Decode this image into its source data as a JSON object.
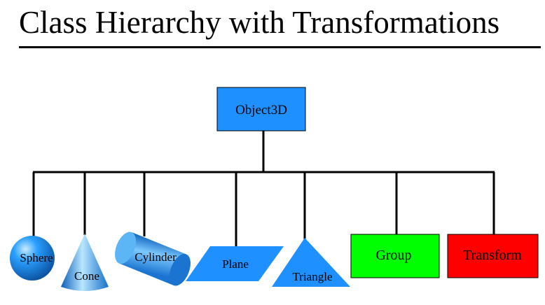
{
  "title": "Class Hierarchy with Transformations",
  "root": {
    "label": "Object3D",
    "color": "#1e90ff"
  },
  "children": [
    {
      "label": "Sphere",
      "shape": "sphere-icon",
      "color": "#1e90ff"
    },
    {
      "label": "Cone",
      "shape": "cone-icon",
      "color": "#1e90ff"
    },
    {
      "label": "Cylinder",
      "shape": "cylinder-icon",
      "color": "#1e90ff"
    },
    {
      "label": "Plane",
      "shape": "parallelogram-icon",
      "color": "#1e90ff"
    },
    {
      "label": "Triangle",
      "shape": "triangle-icon",
      "color": "#1e90ff"
    },
    {
      "label": "Group",
      "shape": "rectangle",
      "color": "#00ff00"
    },
    {
      "label": "Transform",
      "shape": "rectangle",
      "color": "#ff0000"
    }
  ]
}
